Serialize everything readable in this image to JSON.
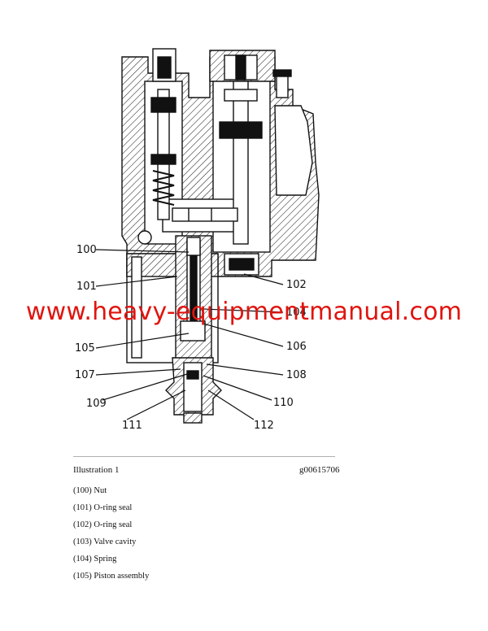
{
  "figure": {
    "callouts": [
      "100",
      "101",
      "102",
      "104",
      "105",
      "106",
      "107",
      "108",
      "109",
      "110",
      "111",
      "112"
    ]
  },
  "watermark": "www.heavy-equipmentmanual.com",
  "caption": {
    "label": "Illustration 1",
    "code": "g00615706"
  },
  "legend": [
    "(100) Nut",
    "(101) O-ring seal",
    "(102) O-ring seal",
    "(103) Valve cavity",
    "(104) Spring",
    "(105) Piston assembly"
  ]
}
